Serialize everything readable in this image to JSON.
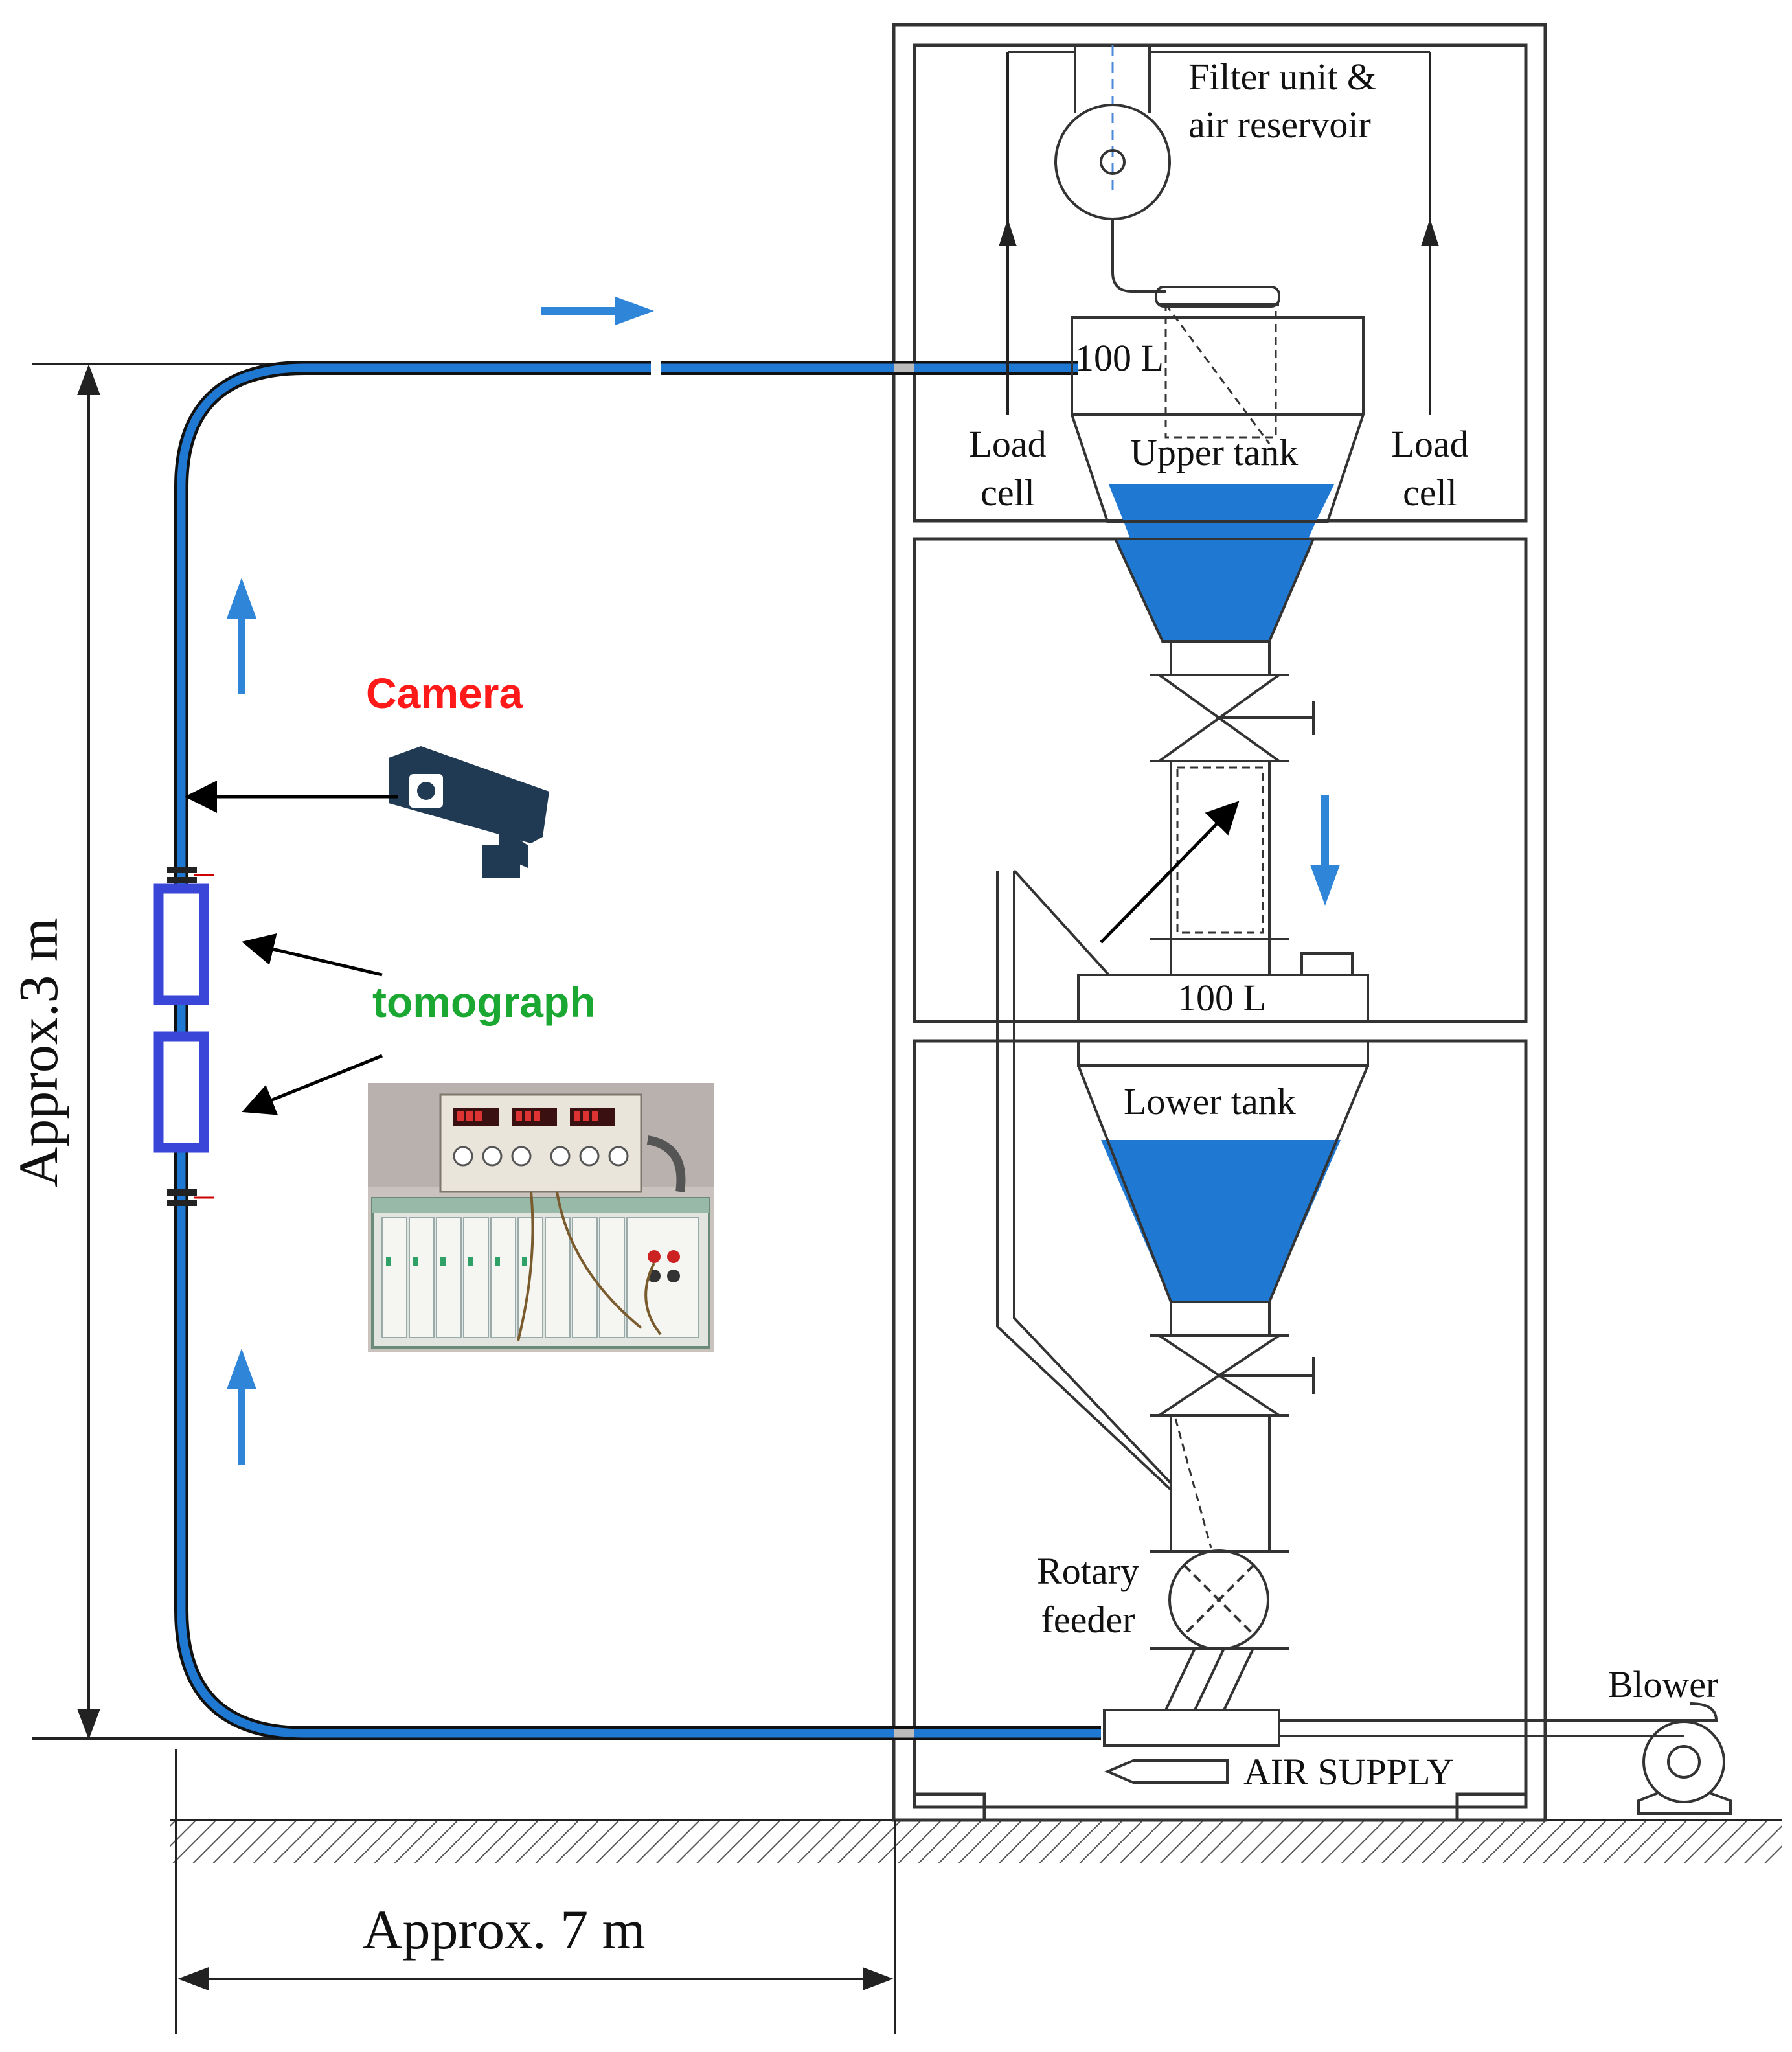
{
  "labels": {
    "filter_line1": "Filter unit &",
    "filter_line2": "air reservoir",
    "upper_volume": "100 L",
    "upper_tank": "Upper tank",
    "load_cell_left_1": "Load",
    "load_cell_left_2": "cell",
    "load_cell_right_1": "Load",
    "load_cell_right_2": "cell",
    "middle_volume": "100 L",
    "lower_tank": "Lower tank",
    "rotary_1": "Rotary",
    "rotary_2": "feeder",
    "blower": "Blower",
    "air_supply": "AIR SUPPLY",
    "camera": "Camera",
    "tomograph": "tomograph",
    "height": "Approx.3 m",
    "width": "Approx. 7 m"
  },
  "colors": {
    "pipe": "#1f78d1",
    "fill": "#1f78d1",
    "flow_arrow": "#2f86d8",
    "camera_label": "#ff1a1a",
    "tomograph_label": "#1aa832",
    "tomograph_sensor": "#3a46d8",
    "camera_icon": "#1f3a52",
    "line": "#222222"
  },
  "icons": {
    "camera": "security-camera-icon",
    "photo": "tomograph-equipment-photo",
    "blower": "blower-fan-icon"
  }
}
